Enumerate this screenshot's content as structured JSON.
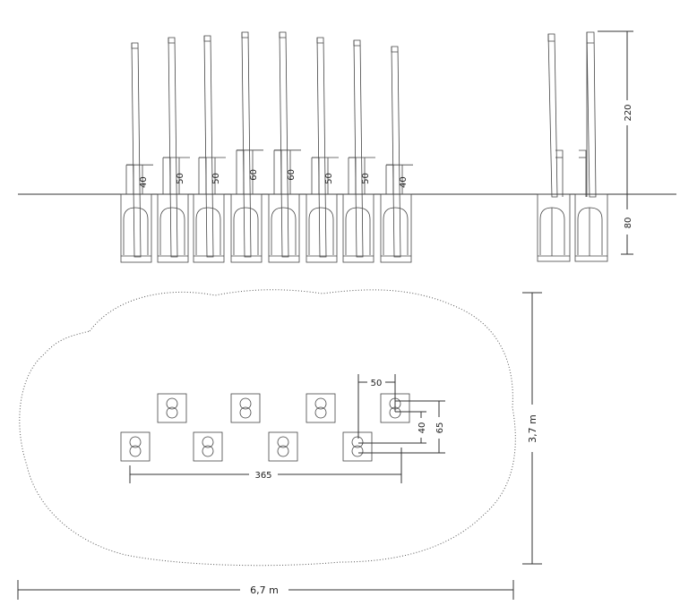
{
  "elevation": {
    "post_heights": [
      "40",
      "50",
      "50",
      "60",
      "60",
      "50",
      "50",
      "40"
    ],
    "total_height": "220",
    "foundation_depth": "80"
  },
  "plan": {
    "spacing_horizontal": "50",
    "offset_a": "40",
    "offset_b": "65",
    "span": "365"
  },
  "overall": {
    "width": "6,7 m",
    "depth": "3,7 m"
  }
}
